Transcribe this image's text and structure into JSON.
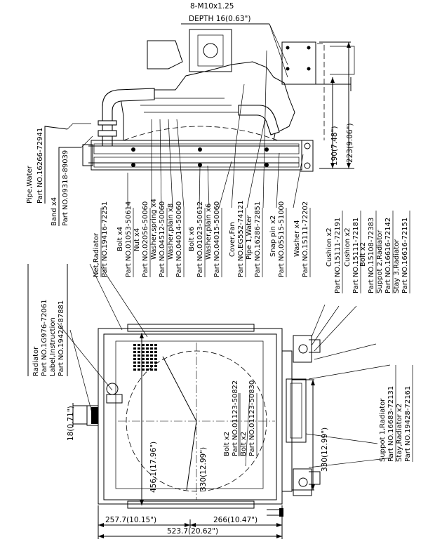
{
  "top_dims": {
    "thread": "8-M10x1.25",
    "depth": "DEPTH 16(0.63\")",
    "h190": "190(7.48\")",
    "h223": "223(9.06\")"
  },
  "labels_top": {
    "pipe_water": "Pipe,Water",
    "pipe_water_part": "Part NO.16266-72941",
    "band": "Band x4",
    "band_part": "Part NO.09318-89039"
  },
  "labels_mid": [
    {
      "id": "net-radiator",
      "text": "Net,Radiator"
    },
    {
      "id": "net-radiator-part",
      "text": "Part NO.19416-72251"
    },
    {
      "id": "bolt-x4",
      "text": "Bolt x4"
    },
    {
      "id": "bolt-x4-part",
      "text": "Part NO.01053-50614"
    },
    {
      "id": "nut-x4",
      "text": "Nut x4"
    },
    {
      "id": "nut-x4-part",
      "text": "Part NO.02056-50060"
    },
    {
      "id": "washer-spring",
      "text": "Washer,spring x4"
    },
    {
      "id": "washer-spring-part",
      "text": "Part NO.04512-50060"
    },
    {
      "id": "washer-plain-x8",
      "text": "Washer,plain x8"
    },
    {
      "id": "washer-plain-x8-part",
      "text": "Part NO.04014-50060"
    },
    {
      "id": "bolt-x6",
      "text": "Bolt x6"
    },
    {
      "id": "bolt-x6-part",
      "text": "Part NO.01023-50612"
    },
    {
      "id": "washer-plain-x6",
      "text": "Washer,plain x6"
    },
    {
      "id": "washer-plain-x6-part",
      "text": "Part NO.04015-50060"
    },
    {
      "id": "cover-fan",
      "text": "Cover,Fan"
    },
    {
      "id": "cover-fan-part",
      "text": "Part NO.EG552-74121"
    },
    {
      "id": "pipe1-water",
      "text": "Pipe 1,Water"
    },
    {
      "id": "pipe1-water-part",
      "text": "Part NO.16286-72851"
    },
    {
      "id": "snap-pin",
      "text": "Snap pin x2"
    },
    {
      "id": "snap-pin-part",
      "text": "Part NO.05515-51000"
    },
    {
      "id": "washer-x4",
      "text": "Washer x4"
    },
    {
      "id": "washer-x4-part",
      "text": "Part NO.15111-72202"
    },
    {
      "id": "cushion-x2-a",
      "text": "Cushion x2"
    },
    {
      "id": "cushion-x2-a-part",
      "text": "Part NO.15111-72191"
    },
    {
      "id": "cushion-x2-b",
      "text": "Cushion x2"
    },
    {
      "id": "cushion-x2-b-part",
      "text": "Part NO.15111-72181"
    },
    {
      "id": "bolt-x2-r",
      "text": "Bolt x2"
    },
    {
      "id": "bolt-x2-r-part",
      "text": "Part NO.15108-72383"
    },
    {
      "id": "support2",
      "text": "Suppot 2,Radiator"
    },
    {
      "id": "support2-part",
      "text": "Part NO.16616-72142"
    },
    {
      "id": "stay3",
      "text": "Stay 3,Radiator"
    },
    {
      "id": "stay3-part",
      "text": "Part NO.16616-72151"
    }
  ],
  "labels_bottom": {
    "radiator": "Radiator",
    "radiator_part": "Part NO.1G976-72061",
    "label_instruction": "Label,Instruction",
    "label_instruction_part": "Part NO.19426-87881",
    "bolt_a": "Bolt x2",
    "bolt_a_part": "Part NO.01123-50822",
    "bolt_b": "Bolt x2",
    "bolt_b_part": "Part NO.01123-50830",
    "support1": "Suppot 1,Radiator",
    "support1_part": "Part NO.16683-72131",
    "stay_radiator": "Stay,Radiator x2",
    "stay_radiator_part": "Part NO.19428-72161"
  },
  "bottom_dims": {
    "d18": "18(0.71\")",
    "d456": "456.1(17.96\")",
    "d330_diag": "330(12.99\")",
    "d330_right": "330(12.99\")",
    "d257": "257.7(10.15\")",
    "d266": "266(10.47\")",
    "d523": "523.7(20.62\")"
  }
}
